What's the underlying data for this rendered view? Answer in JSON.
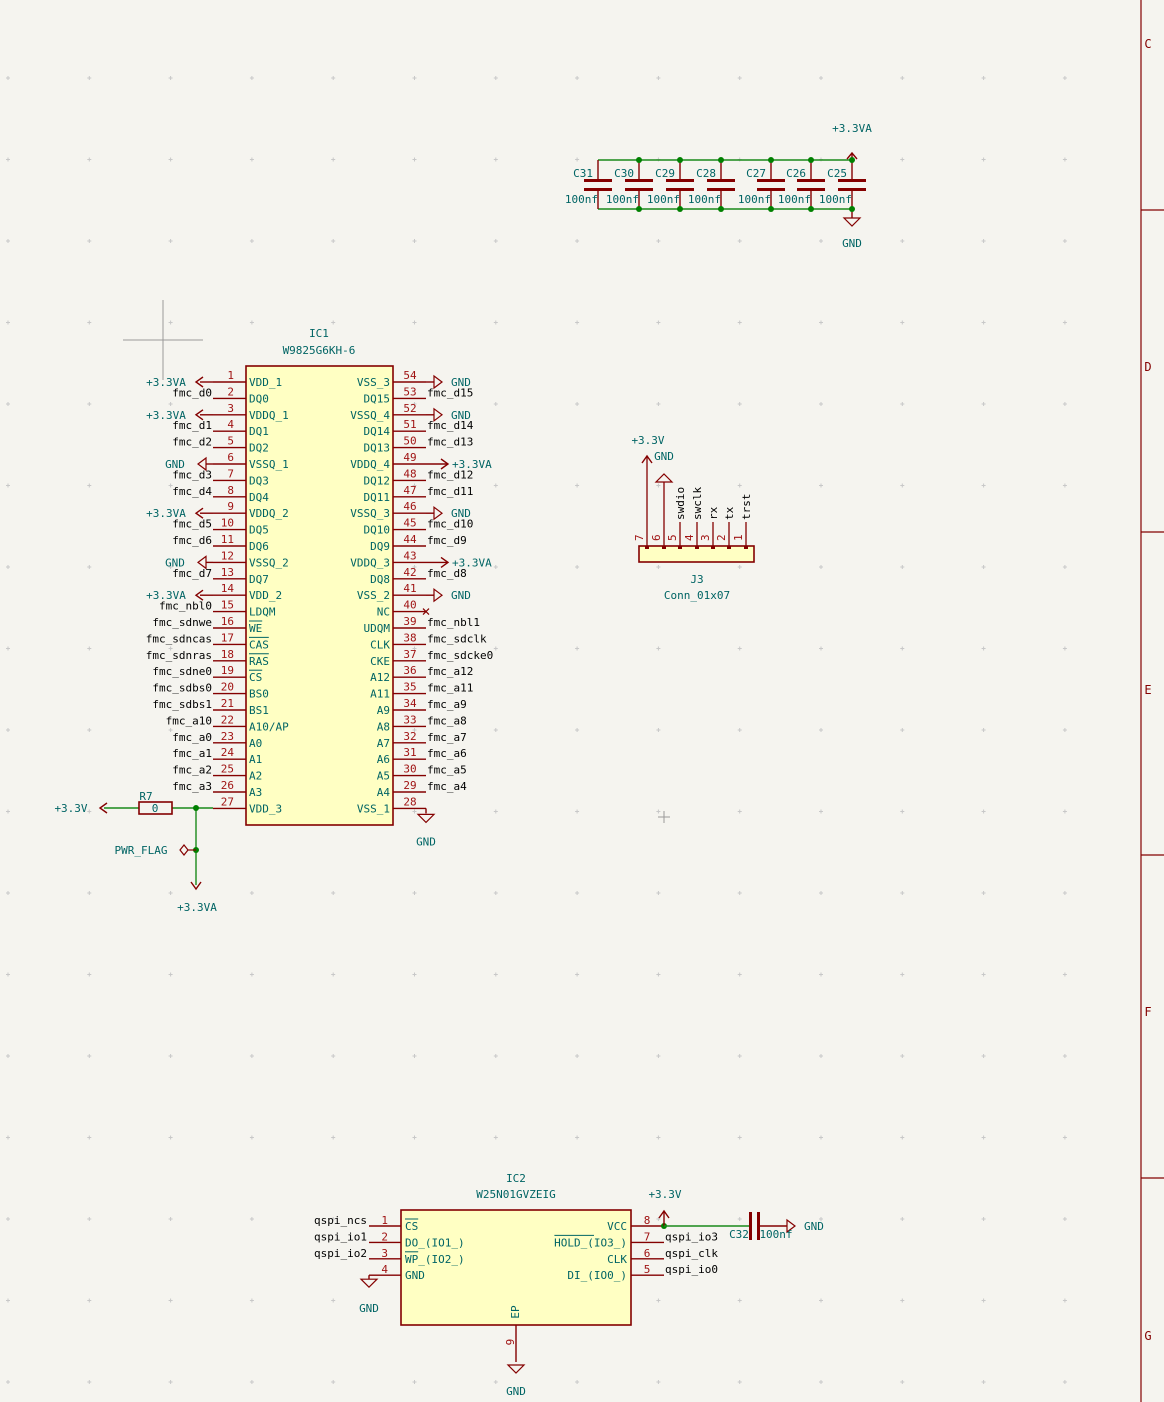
{
  "border": {
    "zones": [
      "C",
      "D",
      "E",
      "F",
      "G"
    ]
  },
  "colors": {
    "background": "#f5f4ef",
    "wire": "#1a8a1a",
    "symbol": "#840000",
    "body_fill": "#ffffc3",
    "net_label": "#006464",
    "pin_number": "#a01414",
    "pin_name": "#006464",
    "text": "#000000",
    "dot": "#008000"
  },
  "caps_bank": {
    "power_net": "+3.3VA",
    "ground_net": "GND",
    "caps": [
      {
        "ref": "C31",
        "value": "100nf"
      },
      {
        "ref": "C30",
        "value": "100nf"
      },
      {
        "ref": "C29",
        "value": "100nf"
      },
      {
        "ref": "C28",
        "value": "100nf"
      },
      {
        "ref": "C27",
        "value": "100nf"
      },
      {
        "ref": "C26",
        "value": "100nf"
      },
      {
        "ref": "C25",
        "value": "100nf"
      }
    ]
  },
  "ic1": {
    "ref": "IC1",
    "part": "W9825G6KH-6",
    "left_pins": [
      {
        "num": "1",
        "name": "VDD_1",
        "net": "+3.3VA",
        "kind": "power"
      },
      {
        "num": "2",
        "name": "DQ0",
        "net": "fmc_d0",
        "kind": "label"
      },
      {
        "num": "3",
        "name": "VDDQ_1",
        "net": "+3.3VA",
        "kind": "power"
      },
      {
        "num": "4",
        "name": "DQ1",
        "net": "fmc_d1",
        "kind": "label"
      },
      {
        "num": "5",
        "name": "DQ2",
        "net": "fmc_d2",
        "kind": "label"
      },
      {
        "num": "6",
        "name": "VSSQ_1",
        "net": "GND",
        "kind": "ground"
      },
      {
        "num": "7",
        "name": "DQ3",
        "net": "fmc_d3",
        "kind": "label"
      },
      {
        "num": "8",
        "name": "DQ4",
        "net": "fmc_d4",
        "kind": "label"
      },
      {
        "num": "9",
        "name": "VDDQ_2",
        "net": "+3.3VA",
        "kind": "power"
      },
      {
        "num": "10",
        "name": "DQ5",
        "net": "fmc_d5",
        "kind": "label"
      },
      {
        "num": "11",
        "name": "DQ6",
        "net": "fmc_d6",
        "kind": "label"
      },
      {
        "num": "12",
        "name": "VSSQ_2",
        "net": "GND",
        "kind": "ground"
      },
      {
        "num": "13",
        "name": "DQ7",
        "net": "fmc_d7",
        "kind": "label"
      },
      {
        "num": "14",
        "name": "VDD_2",
        "net": "+3.3VA",
        "kind": "power"
      },
      {
        "num": "15",
        "name": "LDQM",
        "net": "fmc_nbl0",
        "kind": "label"
      },
      {
        "num": "16",
        "name": "WE",
        "net": "fmc_sdnwe",
        "kind": "label",
        "overbar": true
      },
      {
        "num": "17",
        "name": "CAS",
        "net": "fmc_sdncas",
        "kind": "label",
        "overbar": true
      },
      {
        "num": "18",
        "name": "RAS",
        "net": "fmc_sdnras",
        "kind": "label",
        "overbar": true
      },
      {
        "num": "19",
        "name": "CS",
        "net": "fmc_sdne0",
        "kind": "label",
        "overbar": true
      },
      {
        "num": "20",
        "name": "BS0",
        "net": "fmc_sdbs0",
        "kind": "label"
      },
      {
        "num": "21",
        "name": "BS1",
        "net": "fmc_sdbs1",
        "kind": "label"
      },
      {
        "num": "22",
        "name": "A10/AP",
        "net": "fmc_a10",
        "kind": "label"
      },
      {
        "num": "23",
        "name": "A0",
        "net": "fmc_a0",
        "kind": "label"
      },
      {
        "num": "24",
        "name": "A1",
        "net": "fmc_a1",
        "kind": "label"
      },
      {
        "num": "25",
        "name": "A2",
        "net": "fmc_a2",
        "kind": "label"
      },
      {
        "num": "26",
        "name": "A3",
        "net": "fmc_a3",
        "kind": "label"
      },
      {
        "num": "27",
        "name": "VDD_3",
        "net": "",
        "kind": "wire"
      }
    ],
    "right_pins": [
      {
        "num": "54",
        "name": "VSS_3",
        "net": "GND",
        "kind": "ground"
      },
      {
        "num": "53",
        "name": "DQ15",
        "net": "fmc_d15",
        "kind": "label"
      },
      {
        "num": "52",
        "name": "VSSQ_4",
        "net": "GND",
        "kind": "ground"
      },
      {
        "num": "51",
        "name": "DQ14",
        "net": "fmc_d14",
        "kind": "label"
      },
      {
        "num": "50",
        "name": "DQ13",
        "net": "fmc_d13",
        "kind": "label"
      },
      {
        "num": "49",
        "name": "VDDQ_4",
        "net": "+3.3VA",
        "kind": "power"
      },
      {
        "num": "48",
        "name": "DQ12",
        "net": "fmc_d12",
        "kind": "label"
      },
      {
        "num": "47",
        "name": "DQ11",
        "net": "fmc_d11",
        "kind": "label"
      },
      {
        "num": "46",
        "name": "VSSQ_3",
        "net": "GND",
        "kind": "ground"
      },
      {
        "num": "45",
        "name": "DQ10",
        "net": "fmc_d10",
        "kind": "label"
      },
      {
        "num": "44",
        "name": "DQ9",
        "net": "fmc_d9",
        "kind": "label"
      },
      {
        "num": "43",
        "name": "VDDQ_3",
        "net": "+3.3VA",
        "kind": "power"
      },
      {
        "num": "42",
        "name": "DQ8",
        "net": "fmc_d8",
        "kind": "label"
      },
      {
        "num": "41",
        "name": "VSS_2",
        "net": "GND",
        "kind": "ground"
      },
      {
        "num": "40",
        "name": "NC",
        "net": "",
        "kind": "nc"
      },
      {
        "num": "39",
        "name": "UDQM",
        "net": "fmc_nbl1",
        "kind": "label"
      },
      {
        "num": "38",
        "name": "CLK",
        "net": "fmc_sdclk",
        "kind": "label"
      },
      {
        "num": "37",
        "name": "CKE",
        "net": "fmc_sdcke0",
        "kind": "label"
      },
      {
        "num": "36",
        "name": "A12",
        "net": "fmc_a12",
        "kind": "label"
      },
      {
        "num": "35",
        "name": "A11",
        "net": "fmc_a11",
        "kind": "label"
      },
      {
        "num": "34",
        "name": "A9",
        "net": "fmc_a9",
        "kind": "label"
      },
      {
        "num": "33",
        "name": "A8",
        "net": "fmc_a8",
        "kind": "label"
      },
      {
        "num": "32",
        "name": "A7",
        "net": "fmc_a7",
        "kind": "label"
      },
      {
        "num": "31",
        "name": "A6",
        "net": "fmc_a6",
        "kind": "label"
      },
      {
        "num": "30",
        "name": "A5",
        "net": "fmc_a5",
        "kind": "label"
      },
      {
        "num": "29",
        "name": "A4",
        "net": "fmc_a4",
        "kind": "label"
      },
      {
        "num": "28",
        "name": "VSS_1",
        "net": "GND",
        "kind": "ground_down"
      }
    ]
  },
  "r7": {
    "ref": "R7",
    "value": "0",
    "left_net": "+3.3V",
    "flag": "PWR_FLAG",
    "down_net": "+3.3VA"
  },
  "j3": {
    "ref": "J3",
    "part": "Conn_01x07",
    "power_net": "+3.3V",
    "ground_net": "GND",
    "pins": [
      {
        "num": "7",
        "net": ""
      },
      {
        "num": "6",
        "net": ""
      },
      {
        "num": "5",
        "net": "swdio"
      },
      {
        "num": "4",
        "net": "swclk"
      },
      {
        "num": "3",
        "net": "rx"
      },
      {
        "num": "2",
        "net": "tx"
      },
      {
        "num": "1",
        "net": "trst"
      }
    ]
  },
  "ic2": {
    "ref": "IC2",
    "part": "W25N01GVZEIG",
    "left_pins": [
      {
        "num": "1",
        "name": "CS",
        "net": "qspi_ncs",
        "overbar": true
      },
      {
        "num": "2",
        "name": "DO_(IO1_)",
        "net": "qspi_io1",
        "overbar": false
      },
      {
        "num": "3",
        "name": "WP_(IO2_)",
        "net": "qspi_io2",
        "overbar": true
      },
      {
        "num": "4",
        "name": "GND",
        "net": "GND",
        "overbar": false
      }
    ],
    "right_pins": [
      {
        "num": "8",
        "name": "VCC",
        "net": "+3.3V",
        "overbar": false
      },
      {
        "num": "7",
        "name": "HOLD_(IO3_)",
        "net": "qspi_io3",
        "overbar": true
      },
      {
        "num": "6",
        "name": "CLK",
        "net": "qspi_clk",
        "overbar": false
      },
      {
        "num": "5",
        "name": "DI_(IO0_)",
        "net": "qspi_io0",
        "overbar": false
      }
    ],
    "bottom_pin": {
      "num": "9",
      "name": "EP",
      "net": "GND"
    },
    "decoupling": {
      "ref": "C32",
      "value": "100nf",
      "net": "GND"
    }
  }
}
